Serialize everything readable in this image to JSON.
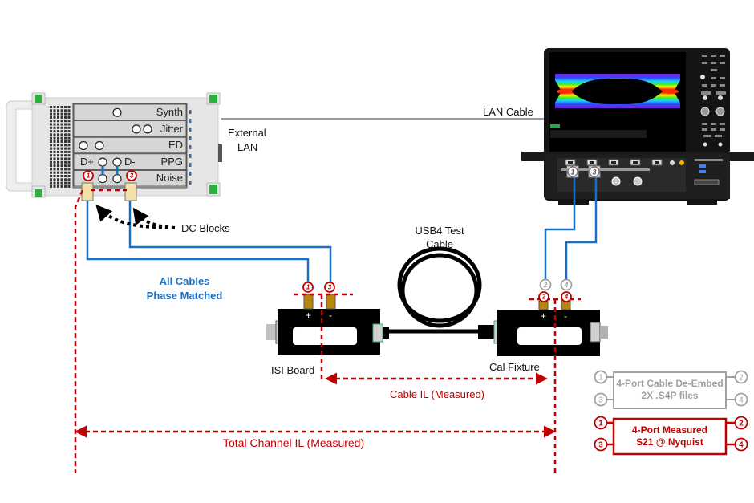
{
  "diagram": {
    "title": "USB4 Test Cable Insertion Loss Measurement Setup",
    "colors": {
      "cable_blue": "#1a6fc4",
      "measure_red": "#c00000",
      "deembed_gray": "#a0a0a0",
      "instrument_gray": "#d9d9d9",
      "scope_black": "#111111",
      "sma_gold": "#b8860b",
      "dc_block_tan": "#f3e0a8"
    },
    "bert": {
      "slots": [
        {
          "label": "Synth",
          "ports": 1
        },
        {
          "label": "Jitter",
          "ports": 2
        },
        {
          "label": "ED",
          "ports": 2
        },
        {
          "label": "PPG",
          "ports": 2,
          "port_labels": [
            "D+",
            "D-"
          ]
        },
        {
          "label": "Noise",
          "ports": 2
        }
      ],
      "port_markers": [
        "1",
        "3"
      ]
    },
    "labels": {
      "external_lan_line1": "External",
      "external_lan_line2": "LAN",
      "lan_cable": "LAN Cable",
      "dc_blocks": "DC Blocks",
      "all_cables_line1": "All Cables",
      "all_cables_line2": "Phase Matched",
      "usb4_line1": "USB4 Test",
      "usb4_line2": "Cable",
      "isi_board": "ISI Board",
      "cal_fixture": "Cal Fixture",
      "cable_il": "Cable IL (Measured)",
      "total_channel_il": "Total Channel IL (Measured)",
      "plus": "+",
      "minus": "-"
    },
    "isi_board": {
      "ports": [
        "1",
        "3"
      ]
    },
    "cal_fixture": {
      "gray_ports": [
        "2",
        "4"
      ],
      "red_ports": [
        "2",
        "4"
      ]
    },
    "scope": {
      "ports": [
        "1",
        "3"
      ]
    },
    "legend": {
      "deembed": {
        "line1": "4-Port Cable De-Embed",
        "line2": "2X .S4P files",
        "ports": [
          "1",
          "2",
          "3",
          "4"
        ]
      },
      "measured": {
        "line1": "4-Port Measured",
        "line2": "S21 @ Nyquist",
        "ports": [
          "1",
          "2",
          "3",
          "4"
        ]
      }
    }
  }
}
